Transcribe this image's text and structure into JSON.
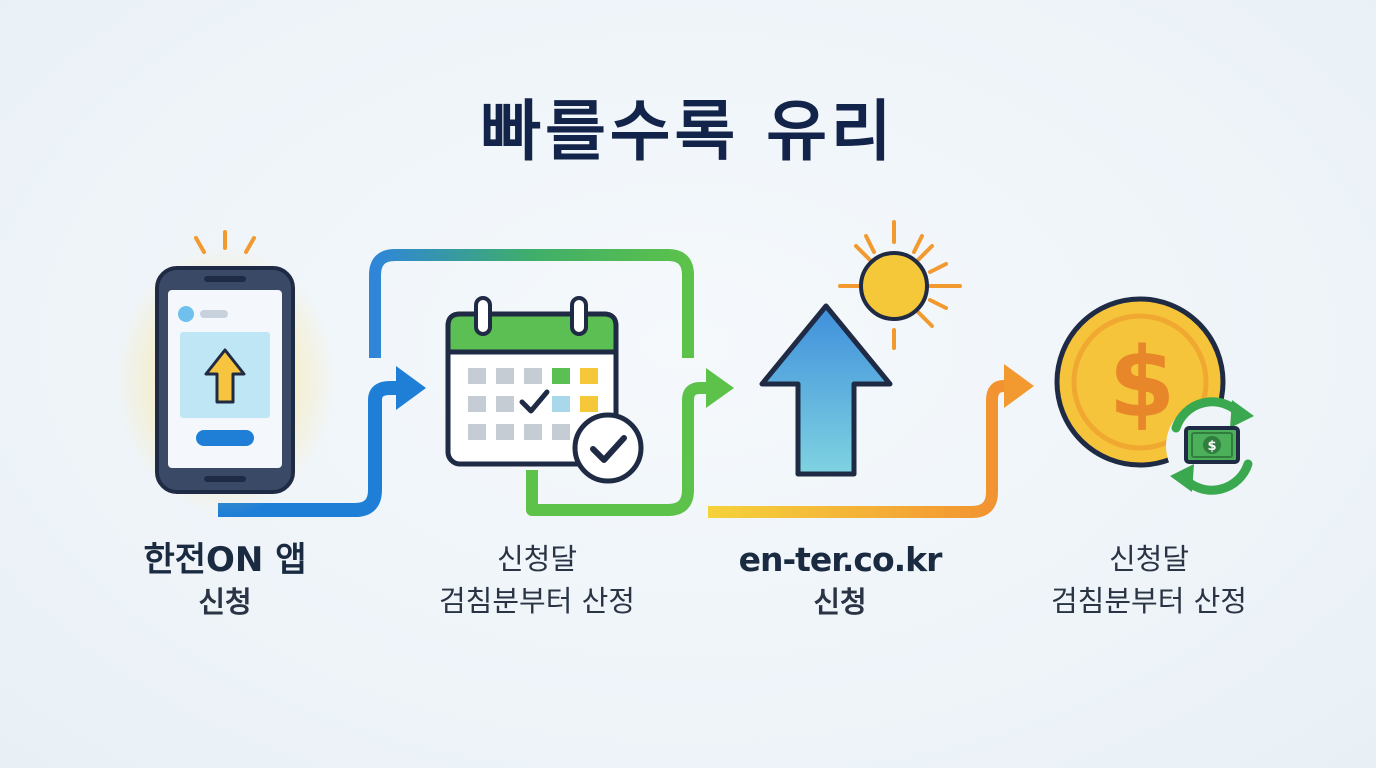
{
  "title": "빠를수록 유리",
  "steps": [
    {
      "line1": "한전ON 앱",
      "line2": "신청",
      "icon": "smartphone-upload-icon"
    },
    {
      "line1": "신청달",
      "line2": "검침분부터 산정",
      "icon": "calendar-check-icon"
    },
    {
      "line1": "en-ter.co.kr",
      "line2": "신청",
      "icon": "up-arrow-sun-icon"
    },
    {
      "line1": "신청달",
      "line2": "검침분부터 산정",
      "icon": "coin-refund-icon"
    }
  ],
  "colors": {
    "title": "#13244a",
    "connector_blue": "#1f7fd6",
    "connector_green": "#5cc24a",
    "connector_yellow": "#f5c83a",
    "connector_orange": "#f29a30",
    "coin": "#f5c43a",
    "coin_symbol": "#e8862a",
    "cash_green": "#3a9a4e"
  },
  "coin_symbol": "$",
  "cash_symbol": "$"
}
